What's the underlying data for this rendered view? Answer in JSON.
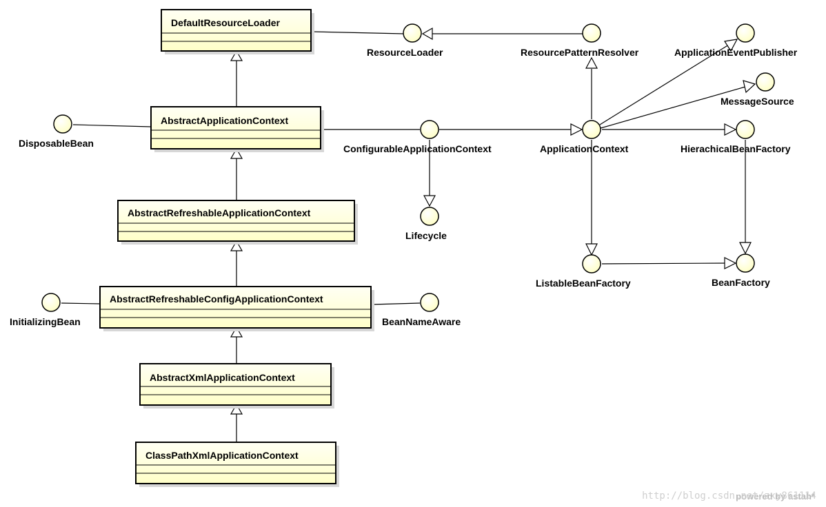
{
  "colors": {
    "class_fill": "#ffffcc",
    "class_fill_top": "#fffff2",
    "stroke": "#000000",
    "shadow": "#d7d7d7"
  },
  "classes": {
    "default_resource_loader": "DefaultResourceLoader",
    "abstract_application_context": "AbstractApplicationContext",
    "abstract_refreshable_application_context": "AbstractRefreshableApplicationContext",
    "abstract_refreshable_config_application_context": "AbstractRefreshableConfigApplicationContext",
    "abstract_xml_application_context": "AbstractXmlApplicationContext",
    "class_path_xml_application_context": "ClassPathXmlApplicationContext"
  },
  "interfaces": {
    "resource_loader": "ResourceLoader",
    "resource_pattern_resolver": "ResourcePatternResolver",
    "application_event_publisher": "ApplicationEventPublisher",
    "message_source": "MessageSource",
    "disposable_bean": "DisposableBean",
    "configurable_application_context": "ConfigurableApplicationContext",
    "application_context": "ApplicationContext",
    "hierachical_bean_factory": "HierachicalBeanFactory",
    "lifecycle": "Lifecycle",
    "listable_bean_factory": "ListableBeanFactory",
    "bean_factory": "BeanFactory",
    "initializing_bean": "InitializingBean",
    "bean_name_aware": "BeanNameAware"
  },
  "footer": {
    "watermark": "http://blog.csdn.net/zxy861114",
    "powered_by": "powered by astah*"
  }
}
